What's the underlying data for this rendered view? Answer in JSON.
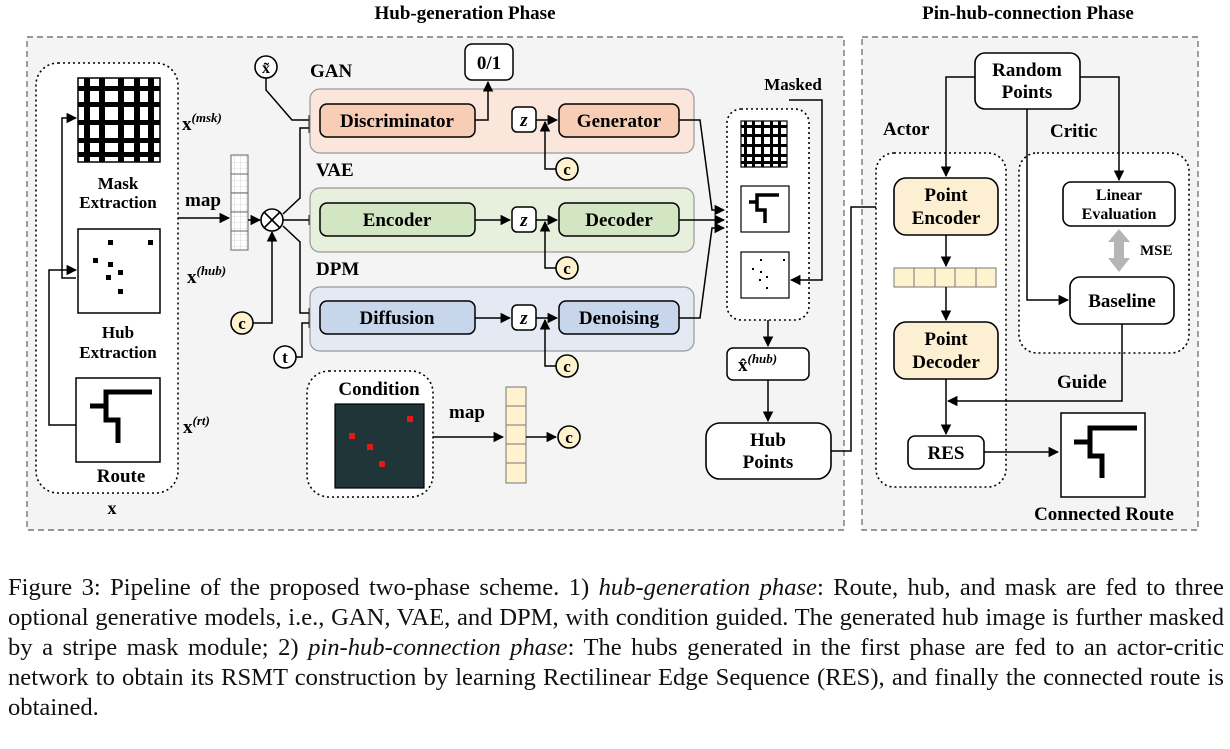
{
  "phases": {
    "hub_generation": "Hub-generation Phase",
    "pin_hub_connection": "Pin-hub-connection Phase"
  },
  "input": {
    "mask_extraction_l1": "Mask",
    "mask_extraction_l2": "Extraction",
    "hub_extraction_l1": "Hub",
    "hub_extraction_l2": "Extraction",
    "route": "Route",
    "x": "x",
    "x_msk_base": "x",
    "x_msk_sup": "(msk)",
    "x_hub_base": "x",
    "x_hub_sup": "(hub)",
    "x_rt_base": "x",
    "x_rt_sup": "(rt)"
  },
  "map_top": "map",
  "map_condition": "map",
  "symbols": {
    "x_tilde": "x̃",
    "c": "c",
    "t": "t",
    "z": "z",
    "otimes": "⊗"
  },
  "models": {
    "gan": "GAN",
    "vae": "VAE",
    "dpm": "DPM",
    "discriminator": "Discriminator",
    "generator": "Generator",
    "encoder": "Encoder",
    "decoder": "Decoder",
    "diffusion": "Diffusion",
    "denoising": "Denoising",
    "output_01": "0/1"
  },
  "condition": "Condition",
  "masked": "Masked",
  "x_hat_hub_base": "x̂",
  "x_hat_hub_sup": "(hub)",
  "hub_points_l1": "Hub",
  "hub_points_l2": "Points",
  "phase2": {
    "random_points_l1": "Random",
    "random_points_l2": "Points",
    "actor": "Actor",
    "critic": "Critic",
    "point_encoder_l1": "Point",
    "point_encoder_l2": "Encoder",
    "point_decoder_l1": "Point",
    "point_decoder_l2": "Decoder",
    "linear_eval_l1": "Linear",
    "linear_eval_l2": "Evaluation",
    "mse": "MSE",
    "baseline": "Baseline",
    "guide": "Guide",
    "res": "RES",
    "connected_route": "Connected Route"
  },
  "caption": {
    "c1": "Figure 3:  Pipeline of the proposed two-phase scheme. 1) ",
    "c1_em": "hub-generation phase",
    "c2": ": Route, hub, and mask are fed to three optional generative models, i.e., GAN, VAE, and DPM, with condition guided. The generated hub image is further masked by a stripe mask module; 2) ",
    "c2_em": "pin-hub-connection phase",
    "c3": ": The hubs generated in the first phase are fed to an actor-critic network to obtain its RSMT construction by learning Rectilinear Edge Sequence (RES), and finally the connected route is obtained."
  },
  "colors": {
    "gan_fill": "#fbe6dc",
    "gan_box": "#f8cdb5",
    "vae_fill": "#e6f0dd",
    "vae_box": "#d3e6c4",
    "dpm_fill": "#e5e9f3",
    "dpm_box": "#c8d6ec",
    "yellow_fill": "#fff2cf",
    "point_box": "#fdf0d2",
    "condition_bg": "#1f3538",
    "pin_red": "#e01818"
  }
}
